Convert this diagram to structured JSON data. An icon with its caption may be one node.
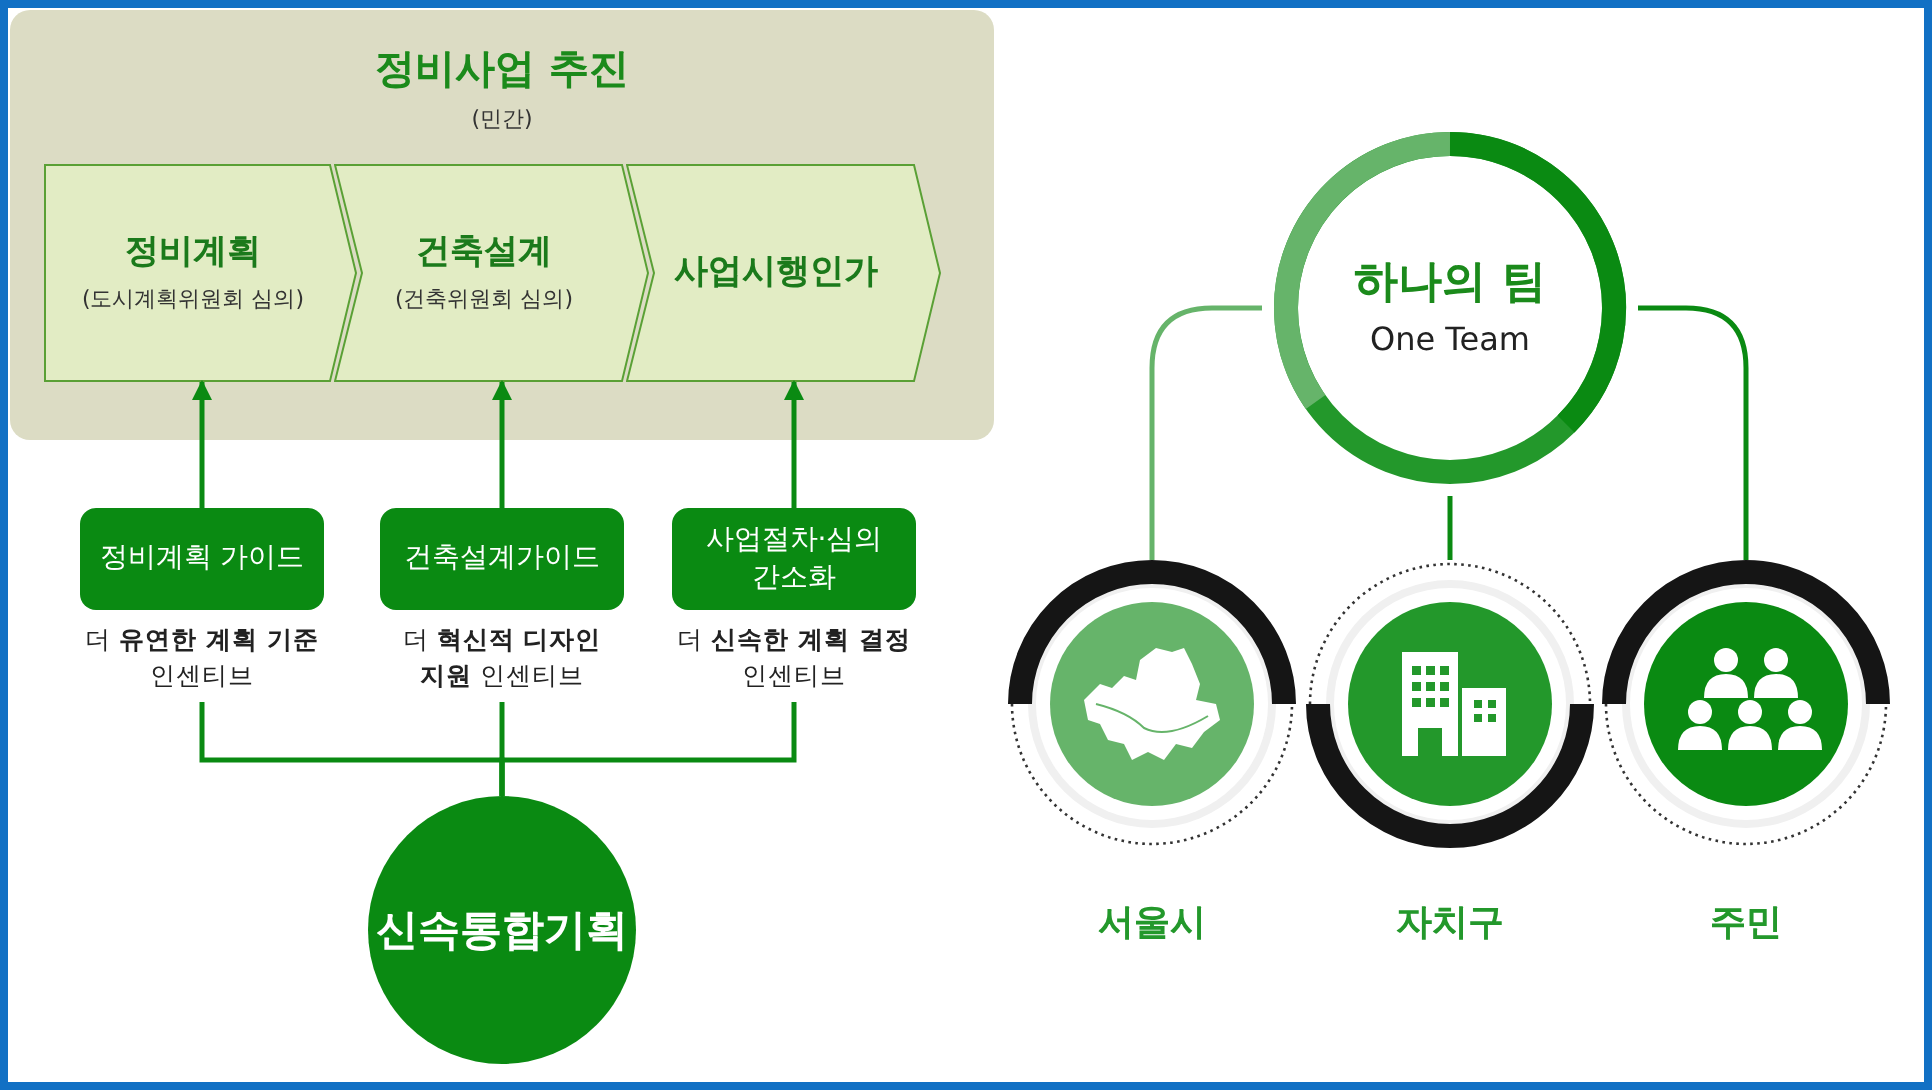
{
  "diagram": {
    "nodes": [
      {
        "text": [
          "정비사업 추진",
          "(민간)"
        ]
      },
      {
        "text": [
          "정비계획",
          "(도시계획위원회 심의)"
        ],
        "in": 0
      },
      {
        "text": [
          "건축설계",
          "(건축위원회 심의)"
        ],
        "in": 0
      },
      {
        "text": [
          "사업시행인가"
        ],
        "in": 0
      },
      {
        "text": [
          "정비계획 가이드"
        ],
        "beside": [
          "더 **유연한 계획 기준** 인센티브"
        ]
      },
      {
        "text": [
          "건축설계가이드"
        ],
        "beside": [
          "더 **혁신적 디자인 지원** 인센티브"
        ]
      },
      {
        "text": [
          "사업절차·심의 간소화"
        ],
        "beside": [
          "더 **신속한 계획 결정** 인센티브"
        ]
      },
      {
        "text": [
          "신속통합기획"
        ]
      },
      {
        "text": [
          "하나의 팀",
          "One Team"
        ]
      },
      {
        "text": [],
        "shape": "circle",
        "beside": [
          "서울시"
        ]
      },
      {
        "text": [],
        "shape": "circle",
        "beside": [
          "자치구"
        ]
      },
      {
        "text": [],
        "shape": "circle",
        "beside": [
          "주민"
        ]
      }
    ],
    "edges": [
      {
        "from": 4,
        "to": 1,
        "arrow": "to"
      },
      {
        "from": 5,
        "to": 2,
        "arrow": "to"
      },
      {
        "from": 6,
        "to": 3,
        "arrow": "to"
      },
      {
        "from": 7,
        "to": 4,
        "arrow": "none"
      },
      {
        "from": 7,
        "to": 5,
        "arrow": "none"
      },
      {
        "from": 7,
        "to": 6,
        "arrow": "none"
      },
      {
        "from": 8,
        "to": 9,
        "arrow": "none",
        "color": "#66b46a"
      },
      {
        "from": 8,
        "to": 10,
        "arrow": "none"
      },
      {
        "from": 8,
        "to": 11,
        "arrow": "none"
      }
    ]
  }
}
